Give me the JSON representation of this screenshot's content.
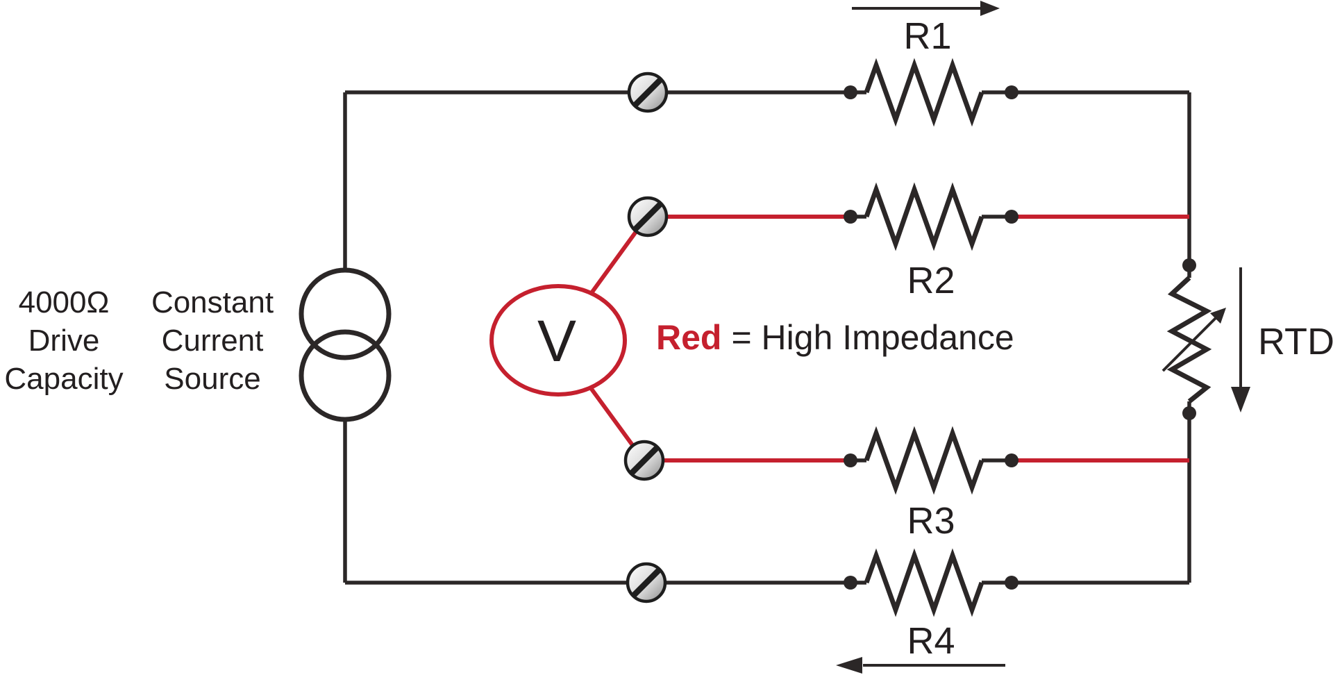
{
  "colors": {
    "wire": "#2b2727",
    "red": "#c5202e",
    "text": "#231f20"
  },
  "left_panel": {
    "drive": [
      "4000Ω",
      "Drive",
      "Capacity"
    ],
    "source": [
      "Constant",
      "Current",
      "Source"
    ]
  },
  "voltmeter": {
    "label": "V"
  },
  "legend": {
    "red_word": "Red",
    "equals_text": "= High Impedance"
  },
  "resistors": {
    "r1": "R1",
    "r2": "R2",
    "r3": "R3",
    "r4": "R4"
  },
  "rtd": {
    "label": "RTD"
  }
}
